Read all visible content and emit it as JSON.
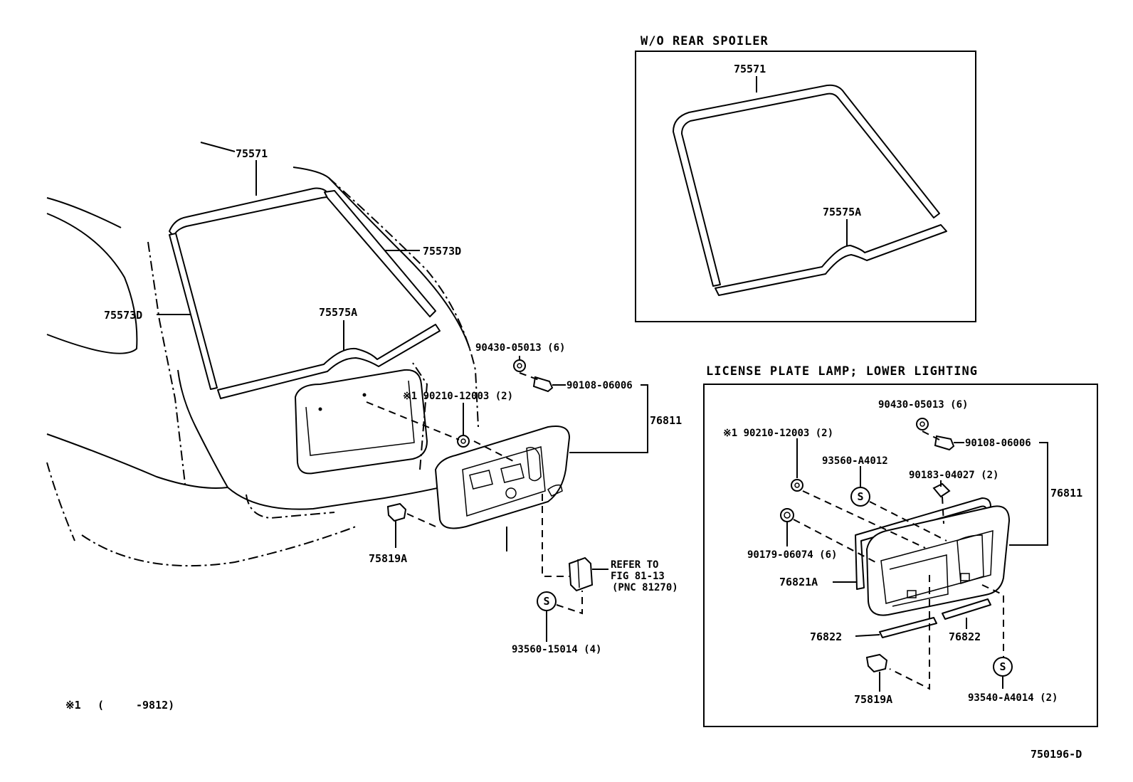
{
  "diagram_id": "750196-D",
  "footnote": {
    "marker": "※1",
    "range_open": "(",
    "range_value": "-9812)"
  },
  "inset_spoiler": {
    "title": "W/O REAR SPOILER",
    "labels": {
      "molding_top": "75571",
      "molding_lower": "75575A"
    }
  },
  "inset_lamp": {
    "title": "LICENSE PLATE LAMP; LOWER LIGHTING",
    "labels": {
      "nut": "90430-05013 (6)",
      "bolt": "90108-06006",
      "ref_nut": "※1 90210-12003 (2)",
      "screw_a": "93560-A4012",
      "clip": "90183-04027 (2)",
      "garnish": "76811",
      "grommet": "90179-06074 (6)",
      "seal": "76821A",
      "pad_left": "76822",
      "pad_right": "76822",
      "lamp": "75819A",
      "screw_b": "93540-A4014 (2)"
    }
  },
  "main": {
    "labels": {
      "molding_top": "75571",
      "molding_right": "75573D",
      "molding_left": "75573D",
      "molding_lower": "75575A",
      "nut": "90430-05013 (6)",
      "bolt": "90108-06006",
      "ref_nut": "※1 90210-12003 (2)",
      "garnish": "76811",
      "lamp": "75819A",
      "screw": "93560-15014 (4)",
      "refer_line1": "REFER TO",
      "refer_line2": "FIG 81-13",
      "refer_line3": "(PNC 81270)"
    }
  },
  "screw_symbol": "S"
}
